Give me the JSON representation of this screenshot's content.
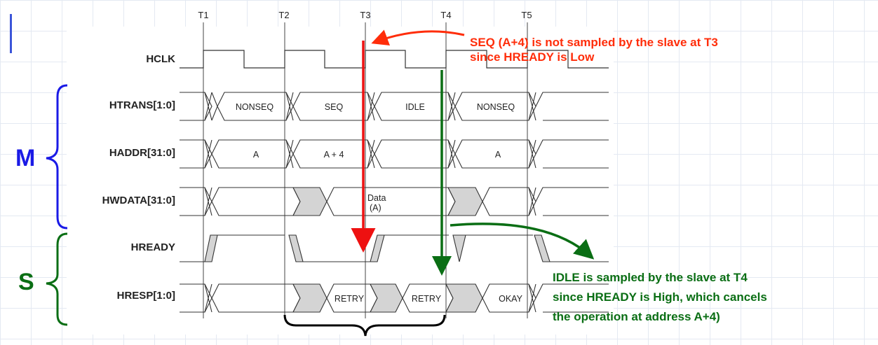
{
  "time_markers": [
    "T1",
    "T2",
    "T3",
    "T4",
    "T5"
  ],
  "signals": {
    "hclk": "HCLK",
    "htrans": "HTRANS[1:0]",
    "haddr": "HADDR[31:0]",
    "hwdata": "HWDATA[31:0]",
    "hready": "HREADY",
    "hresp": "HRESP[1:0]"
  },
  "groups": {
    "master": "M",
    "slave": "S"
  },
  "waveform_values": {
    "htrans": [
      "NONSEQ",
      "SEQ",
      "IDLE",
      "NONSEQ"
    ],
    "haddr": [
      "A",
      "A + 4",
      "A"
    ],
    "hwdata_line1": "Data",
    "hwdata_line2": "(A)",
    "hresp": [
      "RETRY",
      "RETRY",
      "OKAY"
    ]
  },
  "annotations": {
    "t3_line1": "SEQ (A+4) is not sampled by the slave at T3",
    "t3_line2": "since HREADY is Low",
    "t4_line1": "IDLE is sampled by the slave at T4",
    "t4_line2": "since HREADY is High, which cancels",
    "t4_line3": "the operation at address A+4)"
  },
  "colors": {
    "red": "#ff2d0a",
    "red_arrow": "#ee1111",
    "green": "#0a6e14",
    "blue": "#1a1ae6",
    "trace": "#333333",
    "hatch": "#d4d4d4",
    "grid": "#e4e9f2"
  }
}
